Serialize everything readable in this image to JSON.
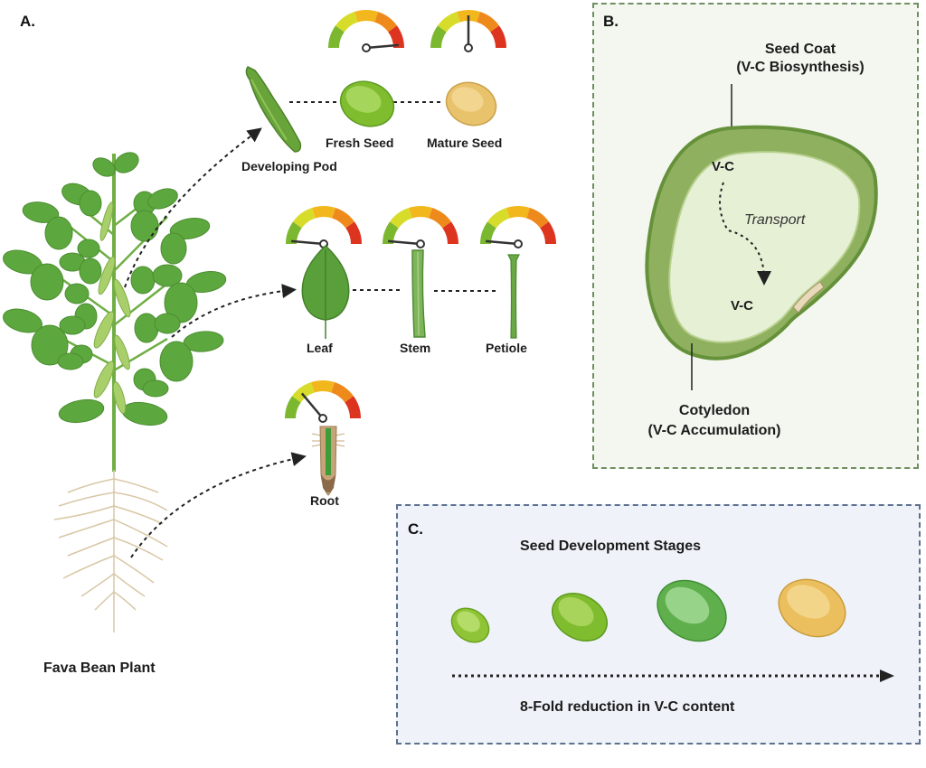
{
  "panels": {
    "a": {
      "letter": "A.",
      "plant_label": "Fava Bean Plant",
      "organs": [
        {
          "id": "developing-pod",
          "label": "Developing Pod",
          "has_gauge": false
        },
        {
          "id": "fresh-seed",
          "label": "Fresh Seed",
          "gauge_level": "high"
        },
        {
          "id": "mature-seed",
          "label": "Mature Seed",
          "gauge_level": "medium"
        },
        {
          "id": "leaf",
          "label": "Leaf",
          "gauge_level": "low"
        },
        {
          "id": "stem",
          "label": "Stem",
          "gauge_level": "low"
        },
        {
          "id": "petiole",
          "label": "Petiole",
          "gauge_level": "low"
        },
        {
          "id": "root",
          "label": "Root",
          "gauge_level": "low-medium"
        }
      ],
      "gauge_colors": [
        "#7cb82f",
        "#d7dc2a",
        "#f2b71c",
        "#ee8a1c",
        "#dd3420"
      ]
    },
    "b": {
      "letter": "B.",
      "seed_coat_title": "Seed Coat",
      "seed_coat_sub": "(V-C Biosynthesis)",
      "vc_top": "V-C",
      "transport": "Transport",
      "vc_bottom": "V-C",
      "cotyledon_title": "Cotyledon",
      "cotyledon_sub": "(V-C Accumulation)"
    },
    "c": {
      "letter": "C.",
      "title": "Seed Development Stages",
      "caption": "8-Fold reduction in V-C content",
      "stages": [
        {
          "color": "#9ccc3c"
        },
        {
          "color": "#8cc63a"
        },
        {
          "color": "#72c163"
        },
        {
          "color": "#ecc66a"
        }
      ]
    }
  },
  "colors": {
    "leaf_green": "#5da83e",
    "panel_b_bg": "#f4f7ef",
    "panel_b_border": "#6f8f62",
    "panel_c_bg": "#eff3f9",
    "panel_c_border": "#5c7190"
  }
}
